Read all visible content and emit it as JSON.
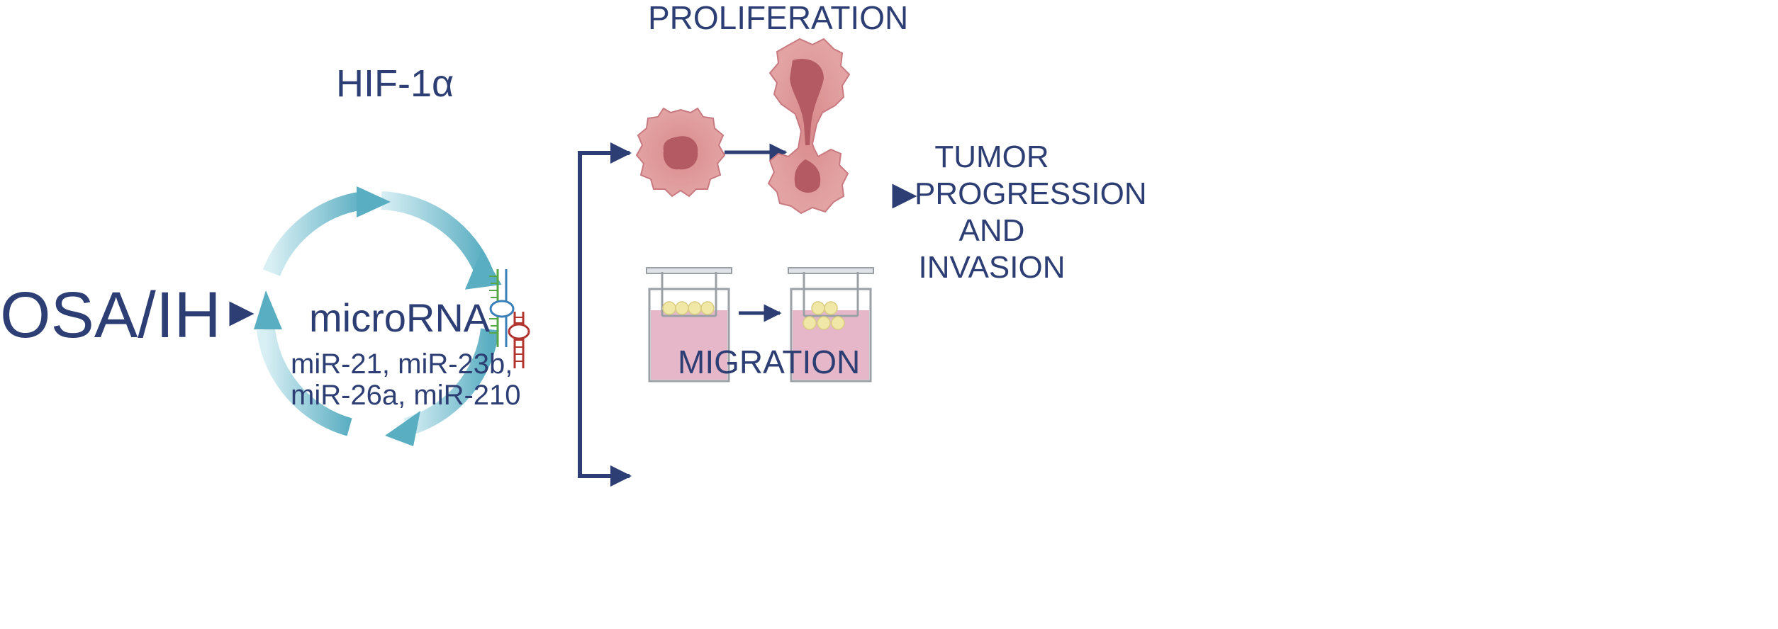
{
  "input": {
    "label": "OSA/IH"
  },
  "loop": {
    "top_label": "HIF-1α",
    "bottom_label": "microRNA",
    "mirna_list_line1": "miR-21, miR-23b,",
    "mirna_list_line2": "miR-26a, miR-210"
  },
  "branches": {
    "proliferation_label": "PROLIFERATION",
    "migration_label": "MIGRATION"
  },
  "outcome": {
    "line1": "TUMOR",
    "line2": "PROGRESSION",
    "line3": "AND",
    "line4": "INVASION"
  },
  "colors": {
    "text": "#2c3e73",
    "arrow": "#2c3e73",
    "loop_dark": "#5aaec2",
    "loop_light": "#d8eff4",
    "cell_fill": "#d98a8c",
    "cell_nucleus": "#b35a62",
    "well_fluid": "#e6b7c8",
    "bead": "#f1e7a6",
    "rna_green": "#55a845",
    "rna_blue": "#3a7fb8",
    "rna_red": "#b3332f"
  }
}
